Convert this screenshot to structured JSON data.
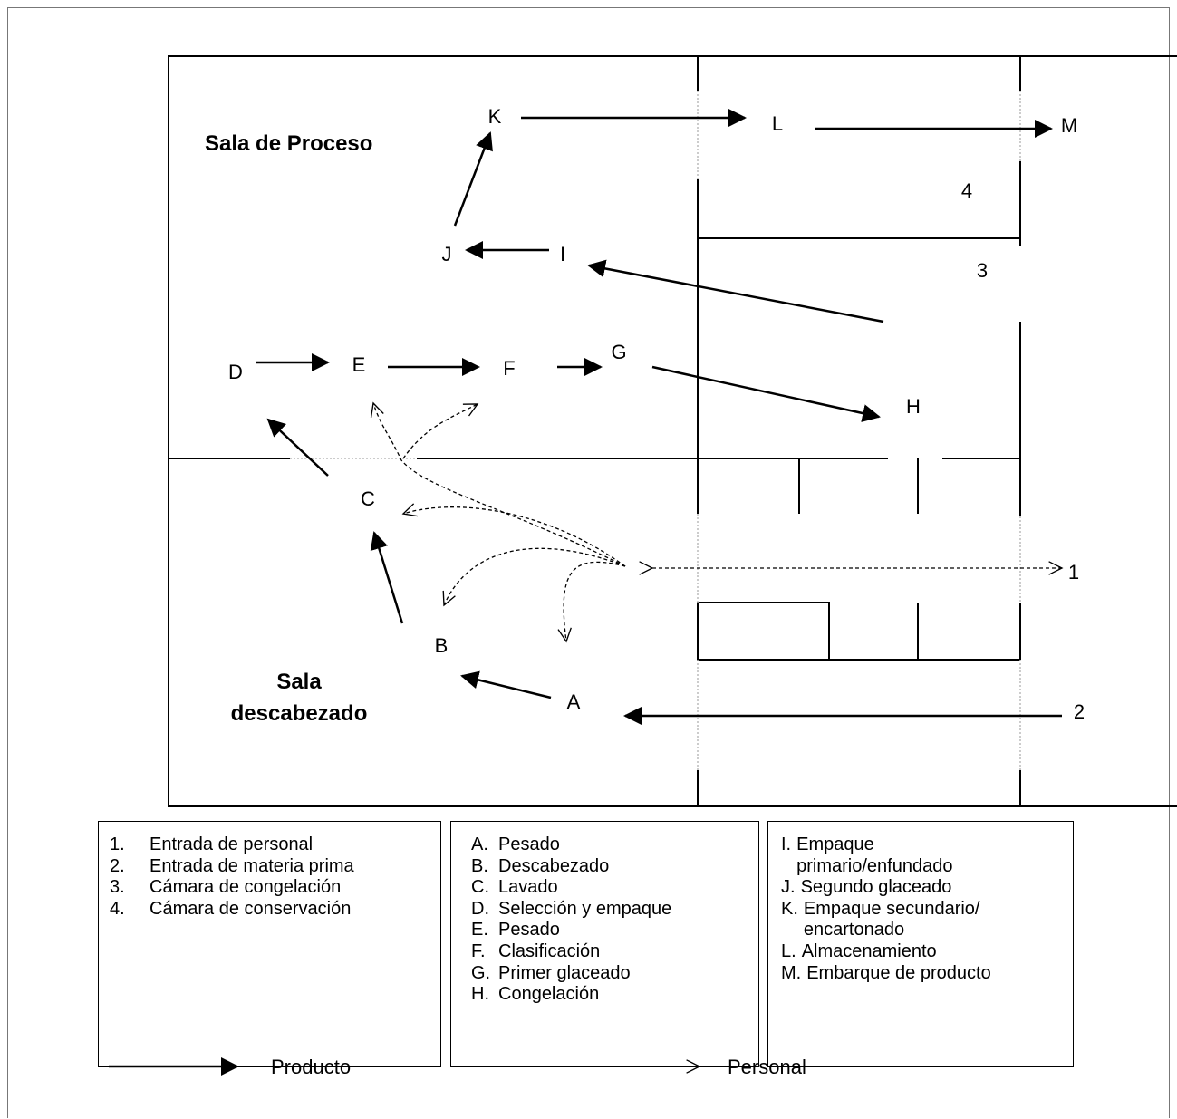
{
  "rooms": {
    "process": "Sala de Proceso",
    "heading_line1": "Sala",
    "heading_line2": "descabezado"
  },
  "nodes": {
    "A": "A",
    "B": "B",
    "C": "C",
    "D": "D",
    "E": "E",
    "F": "F",
    "G": "G",
    "H": "H",
    "I": "I",
    "J": "J",
    "K": "K",
    "L": "L",
    "M": "M",
    "n1": "1",
    "n2": "2",
    "n3": "3",
    "n4": "4"
  },
  "legend": {
    "numbers": [
      {
        "mark": "1.",
        "text": "Entrada de personal"
      },
      {
        "mark": "2.",
        "text": "Entrada de materia prima"
      },
      {
        "mark": "3.",
        "text": "Cámara de congelación"
      },
      {
        "mark": "4.",
        "text": "Cámara de conservación"
      }
    ],
    "steps_a": [
      {
        "mark": "A.",
        "text": "Pesado"
      },
      {
        "mark": "B.",
        "text": "Descabezado"
      },
      {
        "mark": "C.",
        "text": "Lavado"
      },
      {
        "mark": "D.",
        "text": "Selección y empaque"
      },
      {
        "mark": "E.",
        "text": "Pesado"
      },
      {
        "mark": "F.",
        "text": "Clasificación"
      },
      {
        "mark": "G.",
        "text": "Primer glaceado"
      },
      {
        "mark": "H.",
        "text": "Congelación"
      }
    ],
    "steps_b": [
      {
        "mark": "I.",
        "text": "  Empaque\nprimario/enfundado"
      },
      {
        "mark": "J.",
        "text": "Segundo glaceado"
      },
      {
        "mark": "K.",
        "text": "Empaque secundario/\nencartonado"
      },
      {
        "mark": "L.",
        "text": "Almacenamiento"
      },
      {
        "mark": "M.",
        "text": "Embarque de producto"
      }
    ]
  },
  "key": {
    "product": "Producto",
    "personnel": "Personal"
  }
}
